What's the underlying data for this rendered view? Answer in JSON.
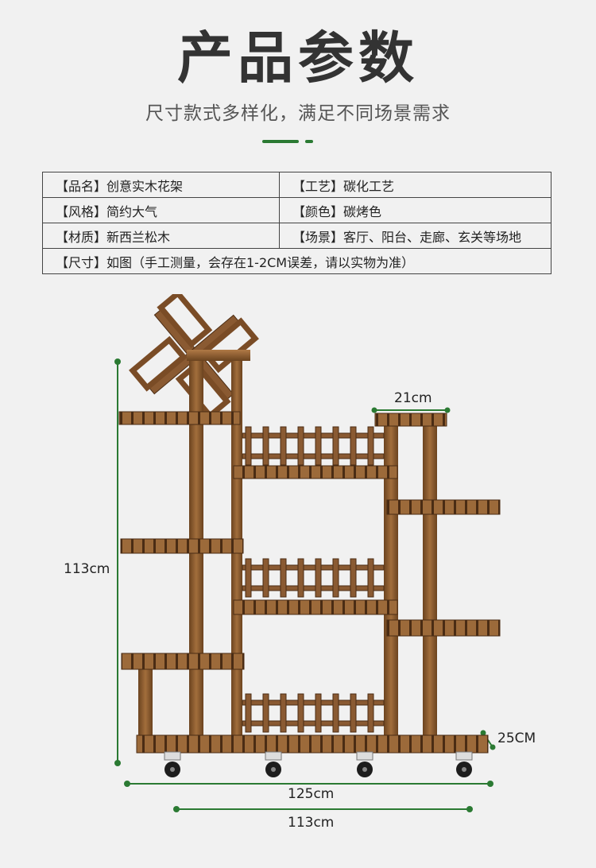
{
  "header": {
    "title": "产品参数",
    "subtitle": "尺寸款式多样化，满足不同场景需求"
  },
  "params": {
    "name": "【品名】创意实木花架",
    "craft": "【工艺】碳化工艺",
    "style": "【风格】简约大气",
    "color": "【颜色】碳烤色",
    "material": "【材质】新西兰松木",
    "scene": "【场景】客厅、阳台、走廊、玄关等场地",
    "size": "【尺寸】如图（手工测量，会存在1-2CM误差，请以实物为准）"
  },
  "dimensions": {
    "height": "113cm",
    "top_width": "21cm",
    "depth": "25CM",
    "total_width": "125cm",
    "base_width": "113cm"
  },
  "colors": {
    "accent": "#2b7a33",
    "wood_dark": "#5e3a1c",
    "wood_mid": "#8a5a32",
    "wood_light": "#b07a46",
    "background": "#f1f1f1"
  }
}
